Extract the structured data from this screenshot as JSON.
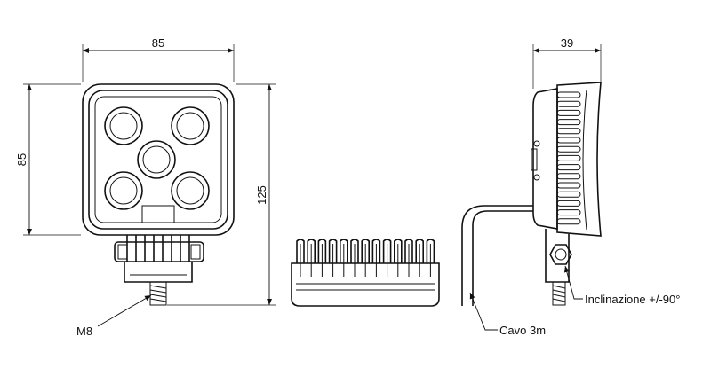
{
  "dimensions": {
    "front_width": "85",
    "front_height": "85",
    "total_height": "125",
    "side_depth": "39"
  },
  "labels": {
    "thread": "M8",
    "cable": "Cavo 3m",
    "tilt": "Inclinazione +/-90°"
  },
  "colors": {
    "line": "#111111",
    "background": "#ffffff"
  }
}
